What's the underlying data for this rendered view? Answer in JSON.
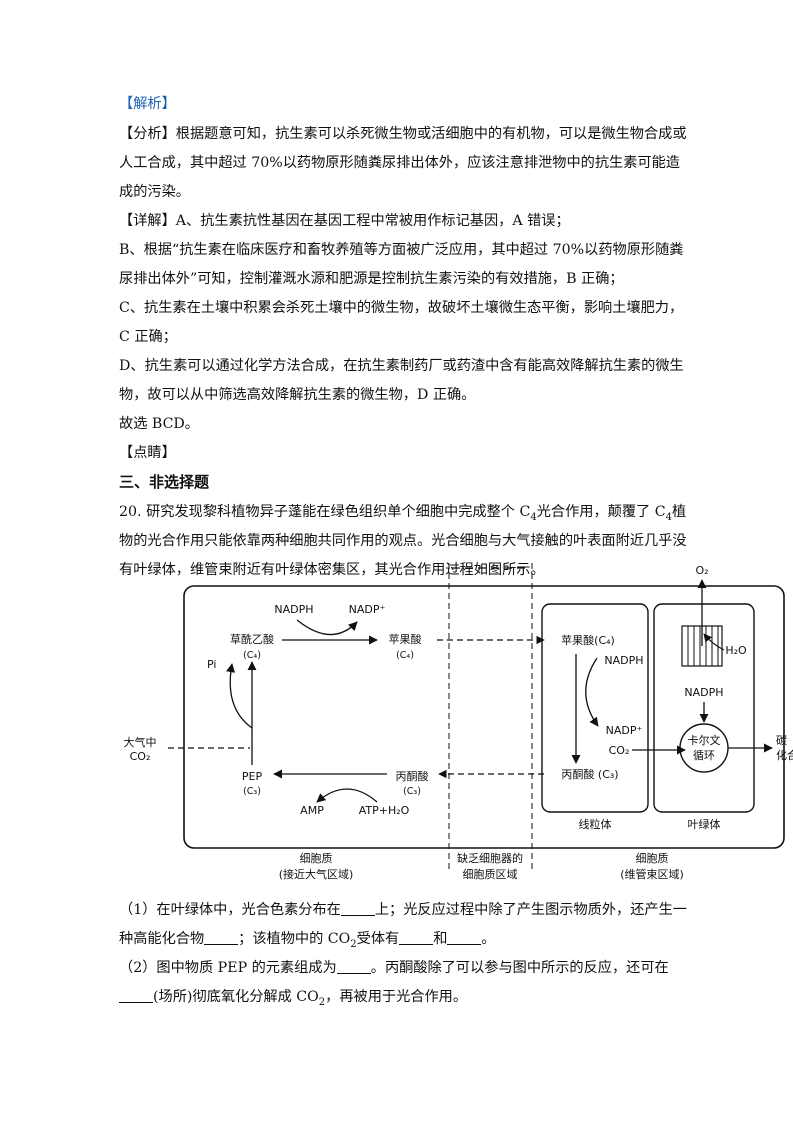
{
  "analysis": {
    "tag": "【解析】",
    "fenxi_tag": "【分析】",
    "fenxi_line1": "根据题意可知，抗生素可以杀死微生物或活细胞中的有机物，可以是微生物合成或",
    "fenxi_line2": "人工合成，其中超过 70%以药物原形随粪尿排出体外，应该注意排泄物中的抗生素可能造",
    "fenxi_line3": "成的污染。",
    "xiangjie_tag": "【详解】",
    "xiangjie_a": "A、抗生素抗性基因在基因工程中常被用作标记基因，A 错误；",
    "b_line1": "B、根据“抗生素在临床医疗和畜牧养殖等方面被广泛应用，其中超过 70%以药物原形随粪",
    "b_line2": "尿排出体外”可知，控制灌溉水源和肥源是控制抗生素污染的有效措施，B 正确；",
    "c_line1": "C、抗生素在土壤中积累会杀死土壤中的微生物，故破坏土壤微生态平衡，影响土壤肥力，",
    "c_line2": "C 正确；",
    "d_line1": "D、抗生素可以通过化学方法合成，在抗生素制药厂或药渣中含有能高效降解抗生素的微生",
    "d_line2": "物，故可以从中筛选高效降解抗生素的微生物，D 正确。",
    "answer": "故选 BCD。",
    "dianjing_tag": "【点睛】"
  },
  "section": {
    "title": "三、非选择题"
  },
  "question": {
    "number": "20.",
    "line1_a": "研究发现黎科植物异子蓬能在绿色组织单个细胞中完成整个 C",
    "line1_sub": "4",
    "line1_b": "光合作用，颠覆了 C",
    "line1_sub2": "4",
    "line1_c": "植",
    "line2": "物的光合作用只能依靠两种细胞共同作用的观点。光合细胞与大气接触的叶表面附近几乎没",
    "line3": "有叶绿体，维管束附近有叶绿体密集区，其光合作用过程如图所示。"
  },
  "diagram": {
    "nadph_left": "NADPH",
    "nadp_left": "NADP⁺",
    "oaa": "草酰乙酸",
    "oaa_sub": "(C₄)",
    "malate_left": "苹果酸",
    "malate_left_sub": "(C₄)",
    "pi": "Pi",
    "air_co2_1": "大气中",
    "air_co2_2": "CO₂",
    "pep": "PEP",
    "pep_sub": "(C₃)",
    "pyruvate_left": "丙酮酸",
    "pyruvate_left_sub": "(C₃)",
    "amp": "AMP",
    "atp": "ATP+H₂O",
    "malate_mito": "苹果酸(C₄)",
    "nadph_mito": "NADPH",
    "nadp_mito": "NADP⁺",
    "co2_mito": "CO₂",
    "pyruvate_mito": "丙酮酸 (C₃)",
    "o2": "O₂",
    "h2o": "H₂O",
    "nadph_chloro": "NADPH",
    "calvin_1": "卡尔文",
    "calvin_2": "循环",
    "carbon_1": "碳",
    "carbon_2": "化合",
    "mito_label": "线粒体",
    "chloro_label": "叶绿体",
    "region1_1": "细胞质",
    "region1_2": "(接近大气区域)",
    "region2_1": "缺乏细胞器的",
    "region2_2": "细胞质区域",
    "region3_1": "细胞质",
    "region3_2": "(维管束区域)"
  },
  "sub_questions": {
    "q1_a": "（1）在叶绿体中，光合色素分布在",
    "q1_b": "上；光反应过程中除了产生图示物质外，还产生一",
    "q1_c": "种高能化合物",
    "q1_d": "；该植物中的 CO",
    "q1_sub": "2",
    "q1_e": "受体有",
    "q1_f": "和",
    "q1_g": "。",
    "q2_a": "（2）图中物质 PEP 的元素组成为",
    "q2_b": "。丙酮酸除了可以参与图中所示的反应，还可在",
    "q2_c": "(场所)彻底氧化分解成 CO",
    "q2_sub": "2",
    "q2_d": "，再被用于光合作用。"
  }
}
